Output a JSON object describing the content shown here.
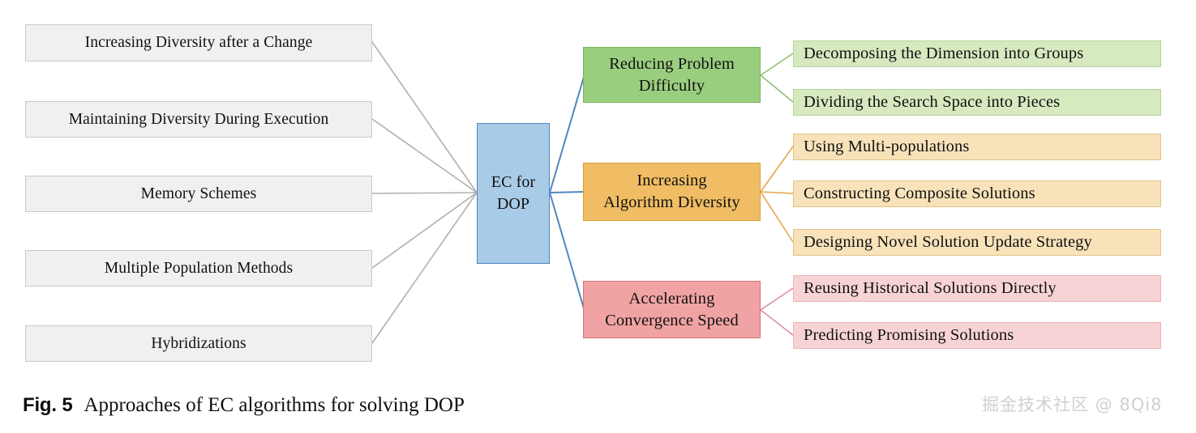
{
  "figure": {
    "label": "Fig. 5",
    "caption": "Approaches of EC algorithms for solving DOP"
  },
  "watermark": {
    "text": "掘金技术社区 @ 8Qi8"
  },
  "center": {
    "line1": "EC for",
    "line2": "DOP"
  },
  "left_nodes": [
    {
      "label": "Increasing Diversity after a Change"
    },
    {
      "label": "Maintaining Diversity During Execution"
    },
    {
      "label": "Memory Schemes"
    },
    {
      "label": "Multiple Population Methods"
    },
    {
      "label": "Hybridizations"
    }
  ],
  "branches": [
    {
      "id": "reducing-problem-difficulty",
      "title_line1": "Reducing Problem",
      "title_line2": "Difficulty",
      "color": "#9ace7f",
      "border_color": "#7bb35c",
      "leaf_color": "#d6e9bf",
      "leaves": [
        {
          "label": "Decomposing the Dimension into Groups"
        },
        {
          "label": "Dividing the Search Space into Pieces"
        }
      ]
    },
    {
      "id": "increasing-algorithm-diversity",
      "title_line1": "Increasing",
      "title_line2": "Algorithm Diversity",
      "color": "#f0bd64",
      "border_color": "#d99f39",
      "leaf_color": "#f7e2ba",
      "leaves": [
        {
          "label": "Using Multi-populations"
        },
        {
          "label": "Constructing Composite Solutions"
        },
        {
          "label": "Designing Novel Solution Update Strategy"
        }
      ]
    },
    {
      "id": "accelerating-convergence-speed",
      "title_line1": "Accelerating",
      "title_line2": "Convergence Speed",
      "color": "#f1a3a3",
      "border_color": "#d4727b",
      "leaf_color": "#f7d3d6",
      "leaves": [
        {
          "label": "Reusing Historical Solutions Directly"
        },
        {
          "label": "Predicting Promising Solutions"
        }
      ]
    }
  ],
  "colors": {
    "left_node_fill": "#f0f0f0",
    "left_node_border": "#c9c9c9",
    "left_edge": "#b0b0b0",
    "center_fill": "#a8cbe8",
    "center_border": "#4f87bd",
    "center_edge": "#4f87bd"
  }
}
